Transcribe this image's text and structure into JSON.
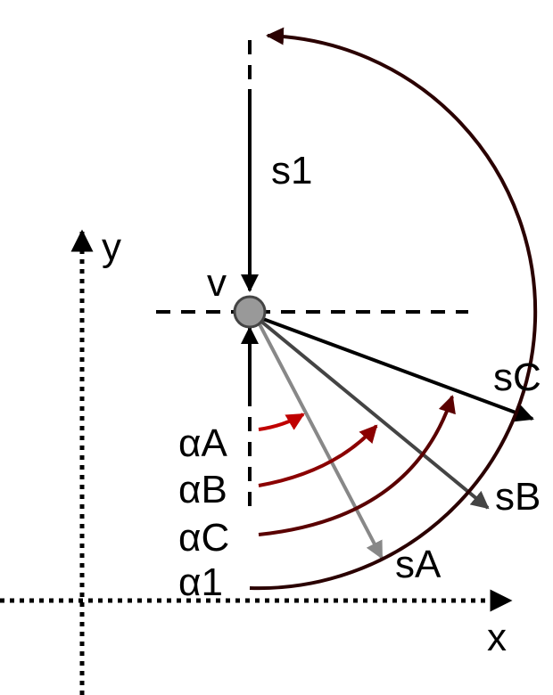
{
  "labels": {
    "x_axis": "x",
    "y_axis": "y",
    "vertex": "v",
    "s1": "s1",
    "sA": "sA",
    "sB": "sB",
    "sC": "sC",
    "alphaA": "αA",
    "alphaB": "αB",
    "alphaC": "αC",
    "alpha1": "α1"
  },
  "colors": {
    "axis": "#000000",
    "s1": "#000000",
    "sA": "#888888",
    "sB": "#444444",
    "sC": "#000000",
    "alphaA": "#c00000",
    "alphaB": "#8b0000",
    "alphaC": "#5a0000",
    "alpha1": "#2a0000",
    "vertex_fill": "#999999"
  }
}
